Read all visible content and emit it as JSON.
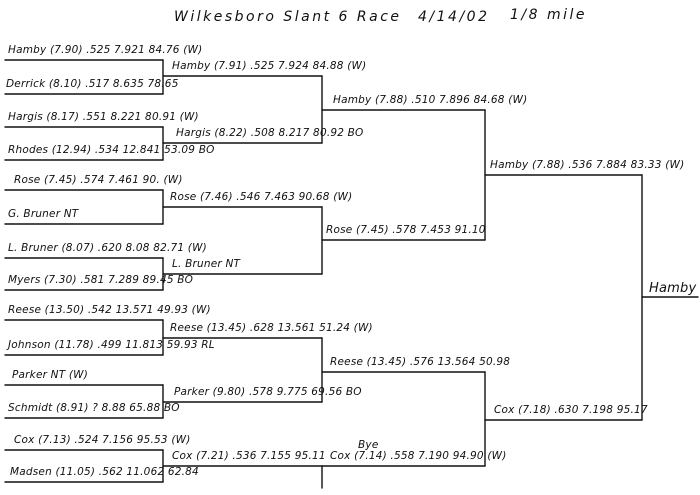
{
  "header": {
    "title": "Wilkesboro Slant 6 Race",
    "date": "4/14/02",
    "distance": "1/8 mile"
  },
  "round1": [
    "Hamby (7.90) .525 7.921 84.76 (W)",
    "Derrick (8.10) .517 8.635 78.65",
    "Hargis (8.17) .551 8.221 80.91 (W)",
    "Rhodes (12.94) .534 12.841 53.09 BO",
    "Rose (7.45) .574 7.461 90. (W)",
    "G. Bruner   NT",
    "L. Bruner (8.07) .620 8.08 82.71 (W)",
    "Myers (7.30) .581 7.289 89.45 BO",
    "Reese (13.50) .542 13.571 49.93 (W)",
    "Johnson (11.78) .499 11.813 59.93 RL",
    "Parker   NT   (W)",
    "Schmidt (8.91) ? 8.88 65.88 BO",
    "Cox (7.13) .524 7.156 95.53 (W)",
    "Madsen (11.05) .562 11.062 62.84"
  ],
  "round2": [
    "Hamby (7.91) .525 7.924 84.88 (W)",
    "Hargis (8.22) .508 8.217 80.92 BO",
    "Rose (7.46) .546 7.463 90.68 (W)",
    "L. Bruner   NT",
    "Reese (13.45) .628 13.561 51.24 (W)",
    "Parker (9.80) .578 9.775 69.56 BO",
    "Cox (7.21) .536 7.155 95.11",
    "Bye"
  ],
  "round3": [
    "Hamby (7.88) .510 7.896 84.68 (W)",
    "Rose (7.45) .578 7.453 91.10",
    "Reese (13.45) .576 13.564 50.98",
    "Cox (7.14) .558 7.190 94.90 (W)"
  ],
  "round4": [
    "Hamby (7.88) .536 7.884 83.33 (W)",
    "Cox (7.18) .630 7.198 95.17"
  ],
  "winner": "Hamby"
}
